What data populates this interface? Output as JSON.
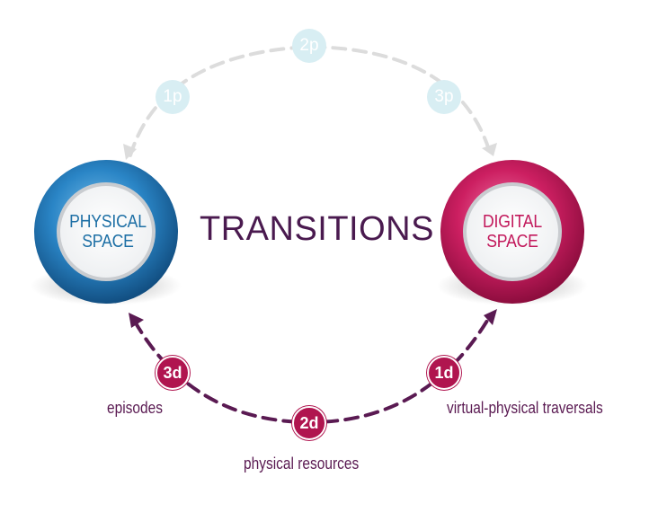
{
  "diagram": {
    "title": "TRANSITIONS",
    "nodes": {
      "physical": {
        "line1": "PHYSICAL",
        "line2": "SPACE"
      },
      "digital": {
        "line1": "DIGITAL",
        "line2": "SPACE"
      }
    },
    "upper_steps": [
      "1p",
      "2p",
      "3p"
    ],
    "lower_steps": [
      "3d",
      "2d",
      "1d"
    ],
    "captions": {
      "episodes": "episodes",
      "physical_resources": "physical resources",
      "virtual_physical_traversals": "virtual-physical traversals"
    },
    "colors": {
      "physical_blue": "#1d6fa5",
      "digital_pink": "#c2185b",
      "title_purple": "#4a1a4f",
      "lower_arc": "#5a1a52",
      "upper_arc": "#d8eef3",
      "step_d_fill": "#b0154f"
    }
  }
}
